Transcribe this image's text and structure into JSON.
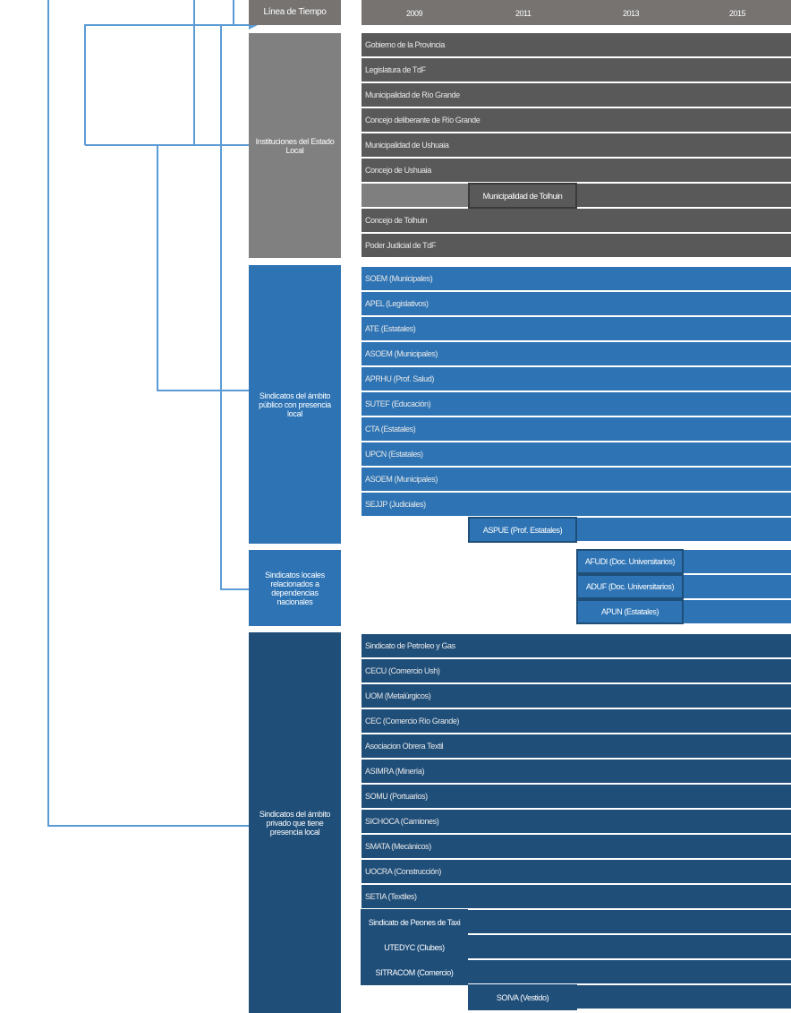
{
  "timeline": {
    "label": "Línea de Tiempo",
    "years": [
      "2009",
      "2011",
      "2013",
      "2015"
    ]
  },
  "colors": {
    "header": "#767371",
    "gray_cat": "#808080",
    "gray_bar": "#595959",
    "gray_light": "#7f7f7f",
    "blue": "#2e74b5",
    "navy": "#1f4e79",
    "line": "#5b9bd5"
  },
  "groups": [
    {
      "name": "Instituciones del Estado Local",
      "rows": [
        "Gobierno de la Provincia",
        "Legislatura de TdF",
        "Municipalidad de Río Grande",
        "Concejo deliberante de Río Grande",
        "Municipalidad de Ushuaia",
        "Concejo de Ushuaia",
        "Municipalidad de Tolhuin",
        "Concejo de Tolhuin",
        "Poder Judicial de TdF"
      ]
    },
    {
      "name": "Sindicatos del ámbito público con presencia local",
      "rows": [
        "SOEM (Municipales)",
        "APEL (Legislativos)",
        "ATE (Estatales)",
        "ASOEM (Municipales)",
        "APRHU (Prof. Salud)",
        "SUTEF (Educación)",
        "CTA (Estatales)",
        "UPCN (Estatales)",
        "ASOEM (Municipales)",
        "SEJJP (Judiciales)",
        "ASPUE (Prof. Estatales)"
      ]
    },
    {
      "name": "Sindicatos locales relacionados a dependencias nacionales",
      "rows": [
        "AFUDI (Doc. Universitarios)",
        "ADUF (Doc. Universitarios)",
        "APUN (Estatales)"
      ]
    },
    {
      "name": "Sindicatos del ámbito privado que tiene presencia local",
      "rows": [
        "Sindicato de Petroleo y Gas",
        "CECU (Comercio Ush)",
        "UOM (Metalúrgicos)",
        "CEC (Comercio Río Grande)",
        "Asociacion Obrera Textil",
        "ASIMRA (Minería)",
        "SOMU (Portuarios)",
        "SICHOCA (Camiones)",
        "SMATA (Mecánicos)",
        "UOCRA (Construcción)",
        "SETIA (Textiles)",
        "Sindicato de Peones de Taxi",
        "UTEDYC (Clubes)",
        "SITRACOM (Comercio)",
        "SOIVA (Vestido)"
      ]
    }
  ]
}
